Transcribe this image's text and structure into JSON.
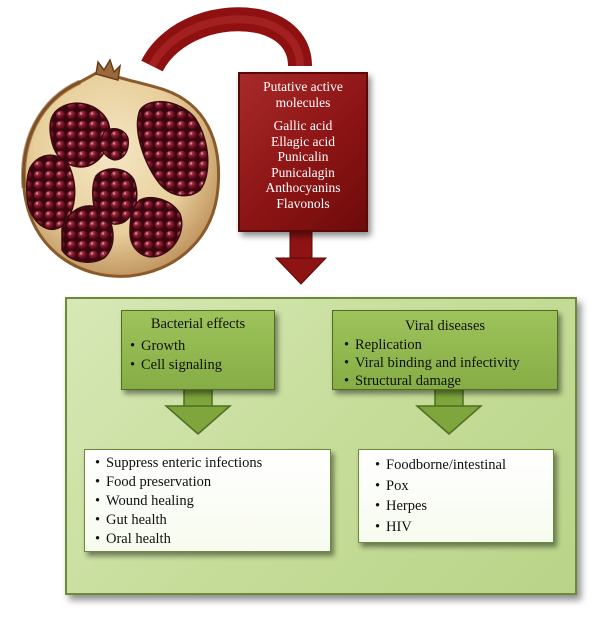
{
  "diagram": {
    "molecules": {
      "heading": "Putative active molecules",
      "items": [
        "Gallic acid",
        "Ellagic acid",
        "Punicalin",
        "Punicalagin",
        "Anthocyanins",
        "Flavonols"
      ]
    },
    "bacterial": {
      "title": "Bacterial effects",
      "items": [
        "Growth",
        "Cell signaling"
      ],
      "outcomes": [
        "Suppress enteric infections",
        "Food preservation",
        "Wound healing",
        "Gut health",
        "Oral health"
      ]
    },
    "viral": {
      "title": "Viral diseases",
      "items": [
        "Replication",
        "Viral binding and infectivity",
        "Structural damage"
      ],
      "outcomes": [
        "Foodborne/intestinal",
        "Pox",
        "Herpes",
        "HIV"
      ]
    }
  },
  "colors": {
    "molecule_red": "#8c1414",
    "arrow_red": "#9a1a1a",
    "panel_green": "#c6dd9a",
    "box_green": "#8fb64e",
    "arrow_green": "#7ea63c"
  },
  "icons": {
    "fruit": "pomegranate-icon"
  }
}
